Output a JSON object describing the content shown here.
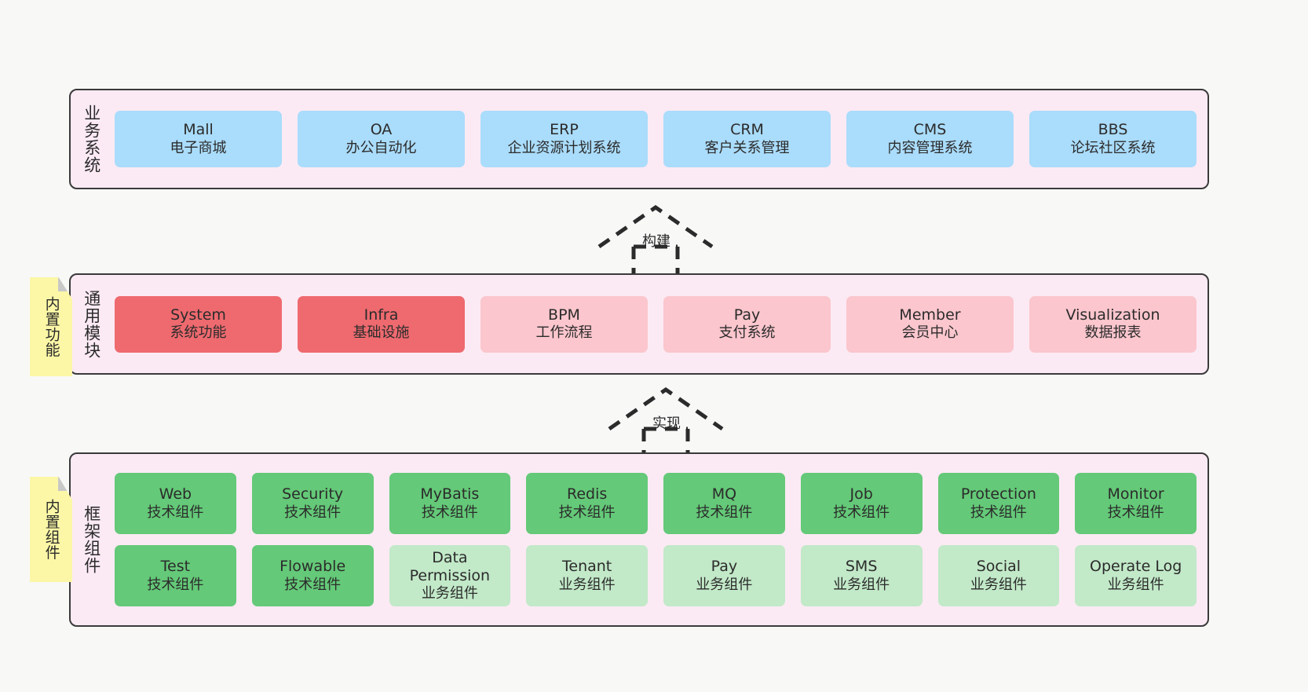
{
  "diagram": {
    "background_color": "#f8f8f7",
    "layer_fill": "#fbeaf4",
    "layer_border": "#3a3a3a",
    "note_fill": "#fbf7a6"
  },
  "notes": [
    {
      "id": "builtin-function",
      "text": "内置功能"
    },
    {
      "id": "builtin-component",
      "text": "内置组件"
    }
  ],
  "arrows": [
    {
      "id": "build",
      "label": "构建",
      "style": "dashed-hollow-generalization"
    },
    {
      "id": "implement",
      "label": "实现",
      "style": "dashed-hollow-generalization"
    }
  ],
  "layers": [
    {
      "id": "business-system",
      "title": "业务系统",
      "rows": [
        {
          "nodes": [
            {
              "title": "Mall",
              "sub": "电子商城",
              "color": "#aadcfb",
              "variant": "c-blue"
            },
            {
              "title": "OA",
              "sub": "办公自动化",
              "color": "#aadcfb",
              "variant": "c-blue"
            },
            {
              "title": "ERP",
              "sub": "企业资源计划系统",
              "color": "#aadcfb",
              "variant": "c-blue"
            },
            {
              "title": "CRM",
              "sub": "客户关系管理",
              "color": "#aadcfb",
              "variant": "c-blue"
            },
            {
              "title": "CMS",
              "sub": "内容管理系统",
              "color": "#aadcfb",
              "variant": "c-blue"
            },
            {
              "title": "BBS",
              "sub": "论坛社区系统",
              "color": "#aadcfb",
              "variant": "c-blue"
            }
          ]
        }
      ]
    },
    {
      "id": "common-module",
      "title": "通用模块",
      "rows": [
        {
          "nodes": [
            {
              "title": "System",
              "sub": "系统功能",
              "color": "#ee6a6f",
              "variant": "c-red"
            },
            {
              "title": "Infra",
              "sub": "基础设施",
              "color": "#ee6a6f",
              "variant": "c-red"
            },
            {
              "title": "BPM",
              "sub": "工作流程",
              "color": "#fbc6cd",
              "variant": "c-pink"
            },
            {
              "title": "Pay",
              "sub": "支付系统",
              "color": "#fbc6cd",
              "variant": "c-pink"
            },
            {
              "title": "Member",
              "sub": "会员中心",
              "color": "#fbc6cd",
              "variant": "c-pink"
            },
            {
              "title": "Visualization",
              "sub": "数据报表",
              "color": "#fbc6cd",
              "variant": "c-pink"
            }
          ]
        }
      ]
    },
    {
      "id": "framework-component",
      "title": "框架组件",
      "rows": [
        {
          "nodes": [
            {
              "title": "Web",
              "sub": "技术组件",
              "color": "#64c978",
              "variant": "c-green"
            },
            {
              "title": "Security",
              "sub": "技术组件",
              "color": "#64c978",
              "variant": "c-green"
            },
            {
              "title": "MyBatis",
              "sub": "技术组件",
              "color": "#64c978",
              "variant": "c-green"
            },
            {
              "title": "Redis",
              "sub": "技术组件",
              "color": "#64c978",
              "variant": "c-green"
            },
            {
              "title": "MQ",
              "sub": "技术组件",
              "color": "#64c978",
              "variant": "c-green"
            },
            {
              "title": "Job",
              "sub": "技术组件",
              "color": "#64c978",
              "variant": "c-green"
            },
            {
              "title": "Protection",
              "sub": "技术组件",
              "color": "#64c978",
              "variant": "c-green"
            },
            {
              "title": "Monitor",
              "sub": "技术组件",
              "color": "#64c978",
              "variant": "c-green"
            }
          ]
        },
        {
          "nodes": [
            {
              "title": "Test",
              "sub": "技术组件",
              "color": "#64c978",
              "variant": "c-green"
            },
            {
              "title": "Flowable",
              "sub": "技术组件",
              "color": "#64c978",
              "variant": "c-green"
            },
            {
              "title": "Data Permission",
              "sub": "业务组件",
              "color": "#c2e9c8",
              "variant": "c-lightgreen"
            },
            {
              "title": "Tenant",
              "sub": "业务组件",
              "color": "#c2e9c8",
              "variant": "c-lightgreen"
            },
            {
              "title": "Pay",
              "sub": "业务组件",
              "color": "#c2e9c8",
              "variant": "c-lightgreen"
            },
            {
              "title": "SMS",
              "sub": "业务组件",
              "color": "#c2e9c8",
              "variant": "c-lightgreen"
            },
            {
              "title": "Social",
              "sub": "业务组件",
              "color": "#c2e9c8",
              "variant": "c-lightgreen"
            },
            {
              "title": "Operate Log",
              "sub": "业务组件",
              "color": "#c2e9c8",
              "variant": "c-lightgreen"
            }
          ]
        }
      ]
    }
  ]
}
